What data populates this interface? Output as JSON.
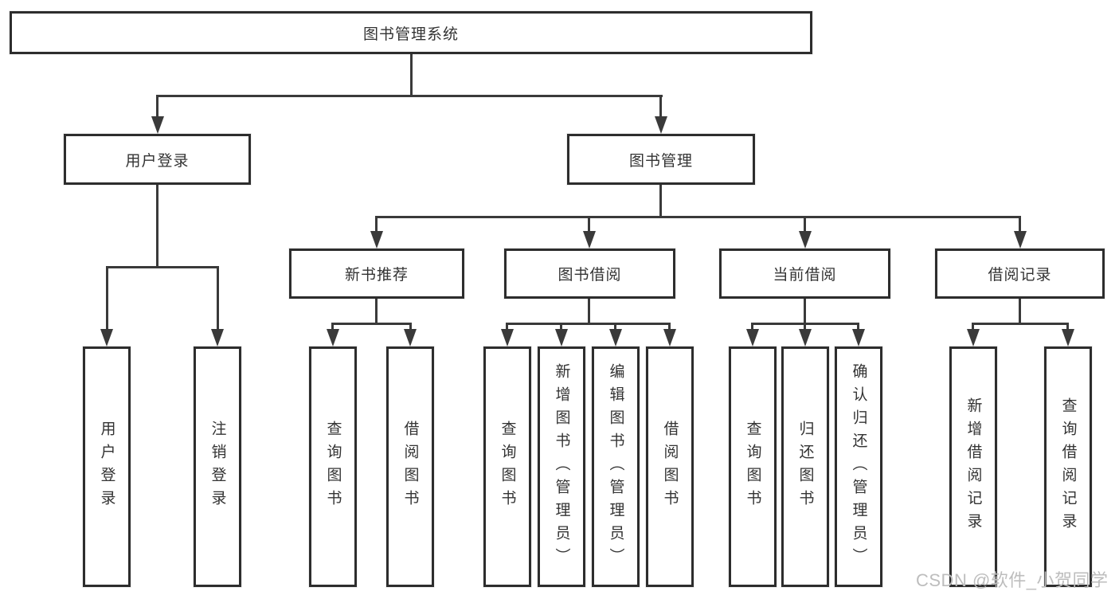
{
  "tree": {
    "root": "图书管理系统",
    "children": [
      {
        "label": "用户登录",
        "children": [
          "用户登录",
          "注销登录"
        ]
      },
      {
        "label": "图书管理",
        "children": [
          {
            "label": "新书推荐",
            "children": [
              "查询图书",
              "借阅图书"
            ]
          },
          {
            "label": "图书借阅",
            "children": [
              "查询图书",
              "新增图书（管理员）",
              "编辑图书（管理员）",
              "借阅图书"
            ]
          },
          {
            "label": "当前借阅",
            "children": [
              "查询图书",
              "归还图书",
              "确认归还（管理员）"
            ]
          },
          {
            "label": "借阅记录",
            "children": [
              "新增借阅记录",
              "查询借阅记录"
            ]
          }
        ]
      }
    ]
  },
  "watermark": {
    "text": "CSDN @软件_小贺同学"
  },
  "colors": {
    "background": "#ffffff",
    "line": "#3a3a3a",
    "box_border": "#2d2d2d",
    "text": "#333333",
    "watermark": "#bdbdbd"
  }
}
